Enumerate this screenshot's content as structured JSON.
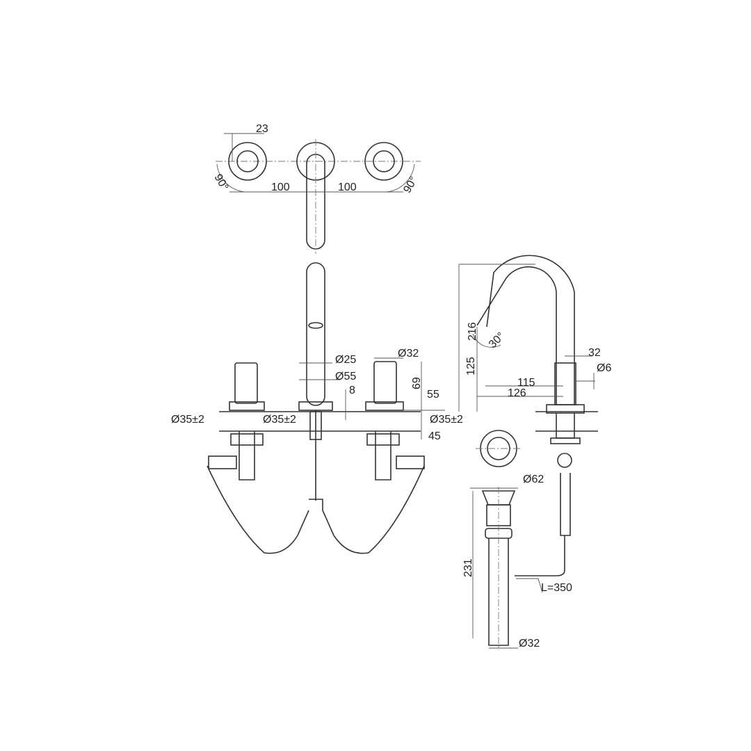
{
  "top_view": {
    "offset": "23",
    "angle_left": "90°",
    "spacing_left": "100",
    "spacing_right": "100",
    "angle_right": "90°"
  },
  "front_view": {
    "spout_dia": "Ø25",
    "base_dia": "Ø55",
    "thickness": "8",
    "handle_dia": "Ø32",
    "handle_height": "69",
    "base_height": "55",
    "hole_left": "Ø35±2",
    "hole_center": "Ø35±2",
    "hole_right": "Ø35±2",
    "deck_thickness": "45"
  },
  "side_view": {
    "total_height": "216",
    "outlet_height": "125",
    "angle": "30°",
    "lever_offset": "32",
    "lever_dia": "Ø6",
    "reach_inner": "115",
    "reach_outer": "126"
  },
  "drain": {
    "flange_dia": "Ø62",
    "height": "231",
    "rod_length": "L=350",
    "tail_dia": "Ø32"
  }
}
